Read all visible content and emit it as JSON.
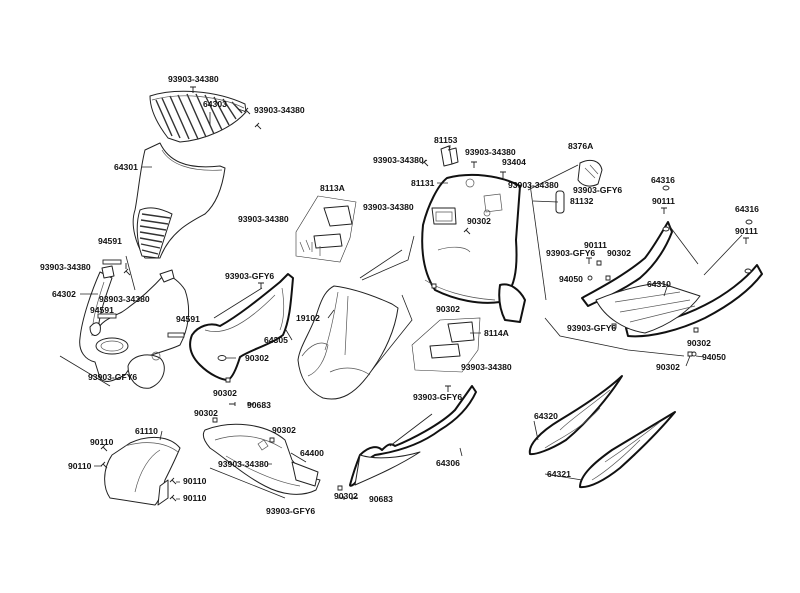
{
  "diagram": {
    "title": "Body cover exploded parts diagram",
    "labels": {
      "screw_grille_top": "93903-34380",
      "grille_front": "64303",
      "screw_grille_right": "93903-34380",
      "front_cover_upper": "64301",
      "emblem_94591_a": "94591",
      "screw_left_a": "93903-34380",
      "front_cover_lower": "64302",
      "screw_left_b": "93903-34380",
      "emblem_94591_b": "94591",
      "emblem_94591_c": "94591",
      "screw_gfy6_left": "93903-GFY6",
      "screw_gfy6_side": "93903-GFY6",
      "side_cover_left": "64305",
      "clip_90302_a": "90302",
      "clip_90302_b": "90302",
      "clip_90302_c": "90302",
      "nut_90683_a": "90683",
      "screw_8113": "93903-34380",
      "bulb_assy_8113": "8113A",
      "screen_19102": "19102",
      "fender_61110": "61110",
      "screw_90110_a": "90110",
      "screw_90110_b": "90110",
      "screw_90110_c": "90110",
      "screw_90110_d": "90110",
      "clip_90302_d": "90302",
      "under_cover_64400": "64400",
      "screw_under_cover": "93903-34380",
      "screw_gfy6_bottom": "93903-GFY6",
      "part_81153": "81153",
      "screw_81153_left": "93903-34380",
      "screw_81153_right": "93903-34380",
      "part_93404": "93404",
      "inner_cover_81131": "81131",
      "screw_inner_mid": "93903-34380",
      "screw_inner_right": "93903-34380",
      "clip_90302_e": "90302",
      "part_8376A": "8376A",
      "screw_gfy6_8376": "93903-GFY6",
      "part_81132": "81132",
      "clip_90302_f": "90302",
      "bulb_assy_8114": "8114A",
      "screw_8114": "93903-34380",
      "screw_gfy6_side_right": "93903-GFY6",
      "side_cover_right": "64306",
      "clip_90302_g": "90302",
      "nut_90683_b": "90683",
      "cap_64316_a": "64316",
      "bolt_90111_a": "90111",
      "cap_64316_b": "64316",
      "bolt_90111_b": "90111",
      "bolt_90111_c": "90111",
      "screw_gfy6_floor": "93903-GFY6",
      "clip_90302_h": "90302",
      "nut_94050_a": "94050",
      "floor_panel_64310": "64310",
      "screw_gfy6_floor_b": "93903-GFY6",
      "clip_90302_i": "90302",
      "nut_94050_b": "94050",
      "clip_90302_j": "90302",
      "decal_64320": "64320",
      "decal_64321": "64321"
    }
  }
}
